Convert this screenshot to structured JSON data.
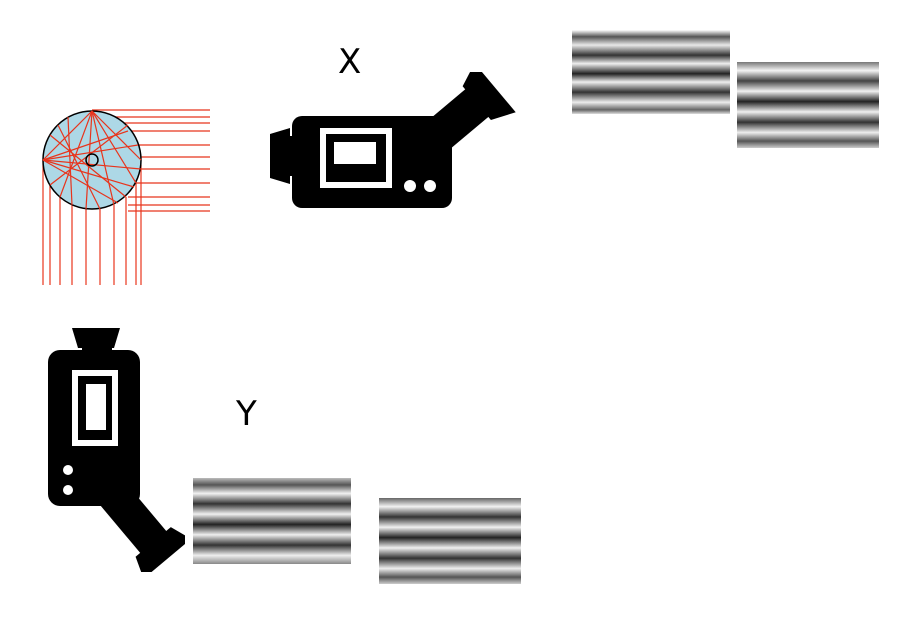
{
  "labels": {
    "x": "X",
    "y": "Y"
  },
  "icons": {
    "scatter_diagram": "light-scattering-sphere-icon",
    "camera_x": "video-camera-icon",
    "camera_y": "video-camera-icon",
    "fringes": "interference-fringe-pattern"
  },
  "colors": {
    "sphere_fill": "#add8e6",
    "ray": "#e8341c",
    "camera": "#000000"
  }
}
